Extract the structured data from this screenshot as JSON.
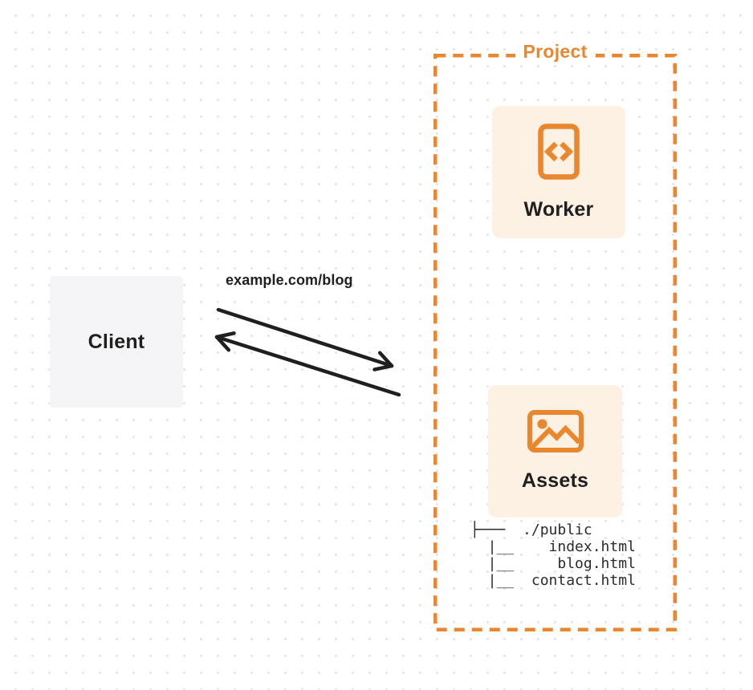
{
  "diagram": {
    "client": {
      "label": "Client"
    },
    "request": {
      "label": "example.com/blog"
    },
    "project": {
      "label": "Project",
      "worker": {
        "label": "Worker",
        "icon": "code-file-icon"
      },
      "assets": {
        "label": "Assets",
        "icon": "image-icon"
      },
      "file_tree": [
        "├───  ./public",
        "  |__    index.html",
        "  |__     blog.html",
        "  |__  contact.html"
      ]
    },
    "colors": {
      "accent_orange": "#E9862E",
      "card_bg": "#FCF1E2",
      "client_bg": "#F5F5F7",
      "arrow_ink": "#1F1F1F",
      "dot_grid": "#E3E3E6"
    }
  }
}
